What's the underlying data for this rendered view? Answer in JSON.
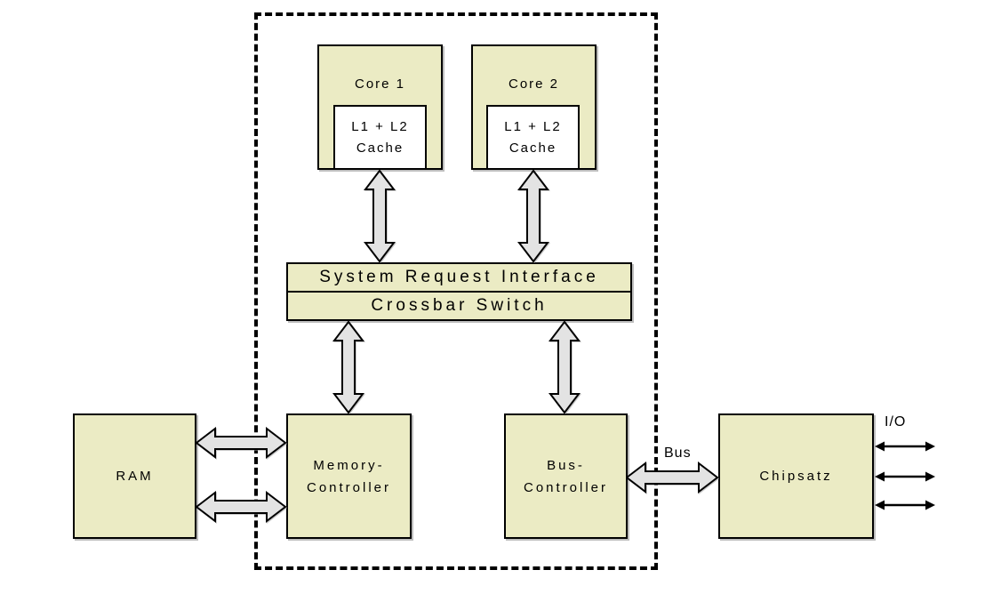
{
  "diagram": {
    "type": "block-diagram",
    "subject": "dual-core CPU architecture with chipset",
    "nodes": {
      "core1": {
        "label": "Core 1"
      },
      "core1_cache": {
        "line1": "L1 + L2",
        "line2": "Cache"
      },
      "core2": {
        "label": "Core 2"
      },
      "core2_cache": {
        "line1": "L1 + L2",
        "line2": "Cache"
      },
      "system_request_interface": {
        "label": "System Request Interface"
      },
      "crossbar_switch": {
        "label": "Crossbar Switch"
      },
      "ram": {
        "label": "RAM"
      },
      "memory_controller": {
        "line1": "Memory-",
        "line2": "Controller"
      },
      "bus_controller": {
        "line1": "Bus-",
        "line2": "Controller"
      },
      "chipset": {
        "label": "Chipsatz"
      }
    },
    "edge_labels": {
      "bus": "Bus",
      "io": "I/O"
    },
    "colors": {
      "node_fill": "#ebebc4",
      "arrow_fill": "#e3e3e3",
      "border": "#000000",
      "thin_arrow": "#000000",
      "background": "#ffffff"
    }
  }
}
